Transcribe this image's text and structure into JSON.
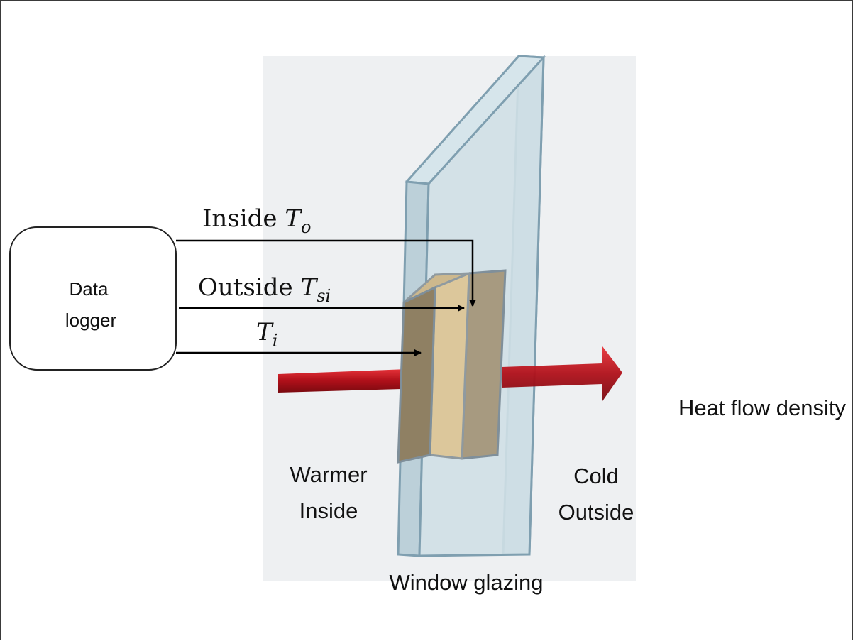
{
  "logger": {
    "line1": "Data",
    "line2": "logger"
  },
  "labels": {
    "inside_prefix": "Inside ",
    "outside_prefix": "Outside ",
    "t_symbol": "T",
    "sub_o": "o",
    "sub_si": "si",
    "sub_i": "i",
    "warmer_line1": "Warmer",
    "warmer_line2": "Inside",
    "cold_line1": "Cold",
    "cold_line2": "Outside",
    "window": "Window glazing",
    "heat_flow": "Heat flow density"
  },
  "colors": {
    "background_panel": "#eef0f2",
    "glass_face": "#cfdfe6",
    "glass_edge": "#b9ccd5",
    "glass_stroke": "#7f9fb0",
    "sensor_light": "#dcc79b",
    "sensor_dark": "#8f8063",
    "arrow_red": "#c8141c",
    "line": "#000000"
  }
}
